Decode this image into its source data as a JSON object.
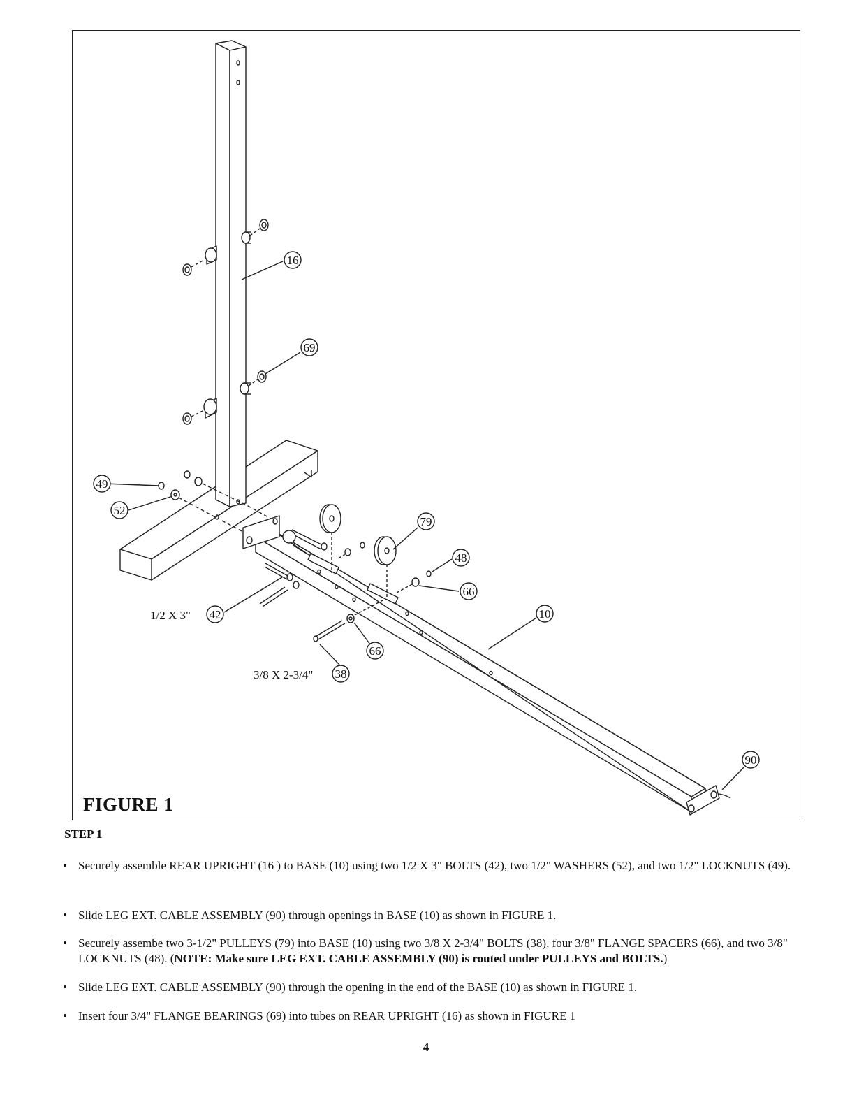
{
  "figure": {
    "title": "FIGURE 1",
    "callouts": [
      "16",
      "69",
      "49",
      "52",
      "79",
      "48",
      "66",
      "10",
      "42",
      "66",
      "38",
      "90"
    ],
    "dimensions": {
      "bolt_42": "1/2 X 3\"",
      "bolt_38": "3/8 X 2-3/4\""
    }
  },
  "step": {
    "title": "STEP 1",
    "bullet_symbol": "•",
    "bullets": [
      {
        "text": "Securely assemble REAR UPRIGHT (16 ) to BASE (10) using two 1/2 X 3\" BOLTS (42), two 1/2\" WASHERS (52), and two 1/2\" LOCKNUTS (49).",
        "note": "",
        "tail": ""
      },
      {
        "text": "Slide LEG EXT. CABLE ASSEMBLY (90) through openings in BASE (10) as shown in FIGURE 1.",
        "note": "",
        "tail": ""
      },
      {
        "text": "Securely assembe two 3-1/2\" PULLEYS (79) into BASE (10) using two 3/8 X 2-3/4\" BOLTS (38), four 3/8\" FLANGE SPACERS (66), and two 3/8\" LOCKNUTS (48). ",
        "note": "(NOTE: Make sure LEG EXT. CABLE ASSEMBLY (90) is routed under PULLEYS and BOLTS.",
        "tail": ")"
      },
      {
        "text": "Slide LEG EXT. CABLE ASSEMBLY (90) through the opening in the end of the BASE (10) as shown in FIGURE 1.",
        "note": "",
        "tail": ""
      },
      {
        "text": "Insert four 3/4\" FLANGE BEARINGS (69) into tubes on REAR UPRIGHT (16) as shown in FIGURE 1",
        "note": "",
        "tail": ""
      }
    ]
  },
  "page_number": "4"
}
